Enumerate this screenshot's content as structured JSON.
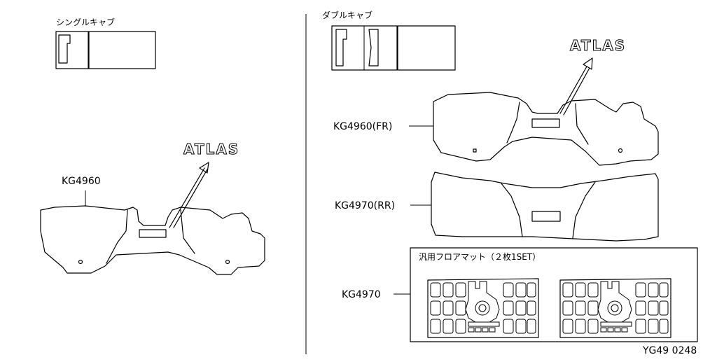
{
  "left_panel": {
    "cab_label": "シングルキャブ",
    "logo_text": "ATLAS",
    "part_label": "KG4960"
  },
  "right_panel": {
    "cab_label": "ダブルキャブ",
    "logo_text": "ATLAS",
    "front_label": "KG4960(FR)",
    "rear_label": "KG4970(RR)",
    "universal_box_title": "汎用フロアマット（２枚1SET）",
    "universal_label": "KG4970"
  },
  "reference_code": "YG49 0248"
}
